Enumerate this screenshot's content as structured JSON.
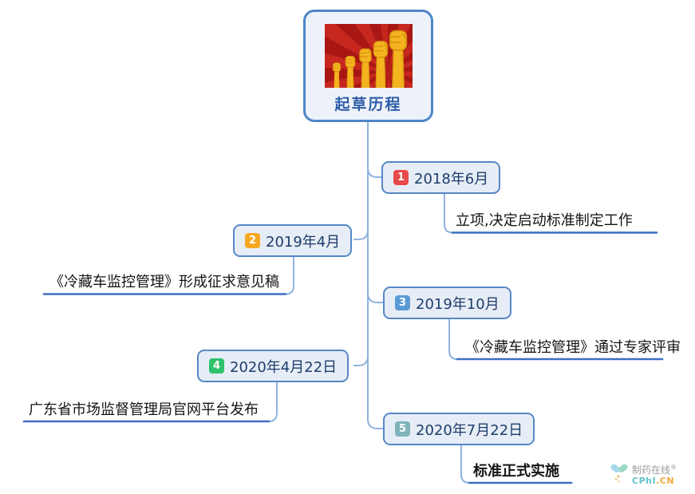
{
  "root": {
    "label": "起草历程",
    "image_alt": "raised-fists-poster"
  },
  "timeline": [
    {
      "num": "1",
      "date": "2018年6月",
      "desc": "立项,决定启动标准制定工作",
      "badge_color": "#e8494a",
      "side": "right",
      "desc_bold": false
    },
    {
      "num": "2",
      "date": "2019年4月",
      "desc": "《冷藏车监控管理》形成征求意见稿",
      "badge_color": "#f7a823",
      "side": "left",
      "desc_bold": false
    },
    {
      "num": "3",
      "date": "2019年10月",
      "desc": "《冷藏车监控管理》通过专家评审",
      "badge_color": "#5b9bd5",
      "side": "right",
      "desc_bold": false
    },
    {
      "num": "4",
      "date": "2020年4月22日",
      "desc": "广东省市场监督管理局官网平台发布",
      "badge_color": "#2dc26b",
      "side": "left",
      "desc_bold": false
    },
    {
      "num": "5",
      "date": "2020年7月22日",
      "desc": "标准正式实施",
      "badge_color": "#7fb4bc",
      "side": "right",
      "desc_bold": true
    }
  ],
  "watermark": {
    "brand": "制药在线",
    "reg": "®",
    "site_name": "CPhI",
    "site_tld": ".CN"
  },
  "colors": {
    "node_border": "#5688c7",
    "node_fill": "#e7edf6",
    "root_border": "#4e86c6",
    "branch_line": "#8fb3df",
    "underline": "#3e6fc1",
    "date_text": "#1d3d6b",
    "root_text": "#2f5da8"
  }
}
